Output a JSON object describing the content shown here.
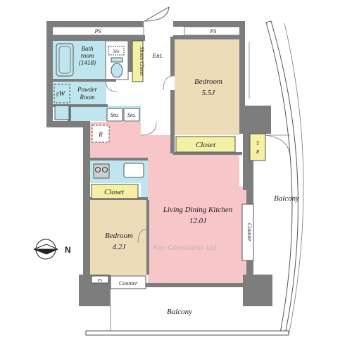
{
  "labels": {
    "ps_top_left": "PS",
    "ps_top_right": "PS",
    "ps_bottom": "PS",
    "bath_line1": "Bath",
    "bath_line2": "room",
    "bath_line3": "(1418)",
    "sto_toilet": "Sto",
    "shoes_closet": "Shoes Closet",
    "ent": "Ent.",
    "bedroom1_name": "Bedroom",
    "bedroom1_size": "5.5J",
    "washer": "W",
    "washer_sub": "Nw",
    "powder_line1": "Powder",
    "powder_line2": "Room",
    "sto_a": "Sto.",
    "sto_b": "Sto.",
    "refrigerator": "R",
    "closet1": "Closet",
    "closet2": "Closet",
    "tr_line1": "T",
    "tr_line2": "R",
    "balcony_right": "Balcony",
    "ldk_name": "Living Dining Kitchen",
    "ldk_size": "12.0J",
    "counter_right": "Counter",
    "bedroom2_name": "Bedroom",
    "bedroom2_size": "4.2J",
    "counter_bottom": "Counter",
    "balcony_bottom": "Balcony",
    "compass": "N",
    "watermark": "Ken Corporation Ltd."
  },
  "colors": {
    "wall": "#7d7d7d",
    "bedroom": "#ecdcb8",
    "ldk": "#f6c6c8",
    "wet_area": "#bfe6ee",
    "closet": "#f4f0a4",
    "shoes_closet": "#f4f0a4"
  }
}
